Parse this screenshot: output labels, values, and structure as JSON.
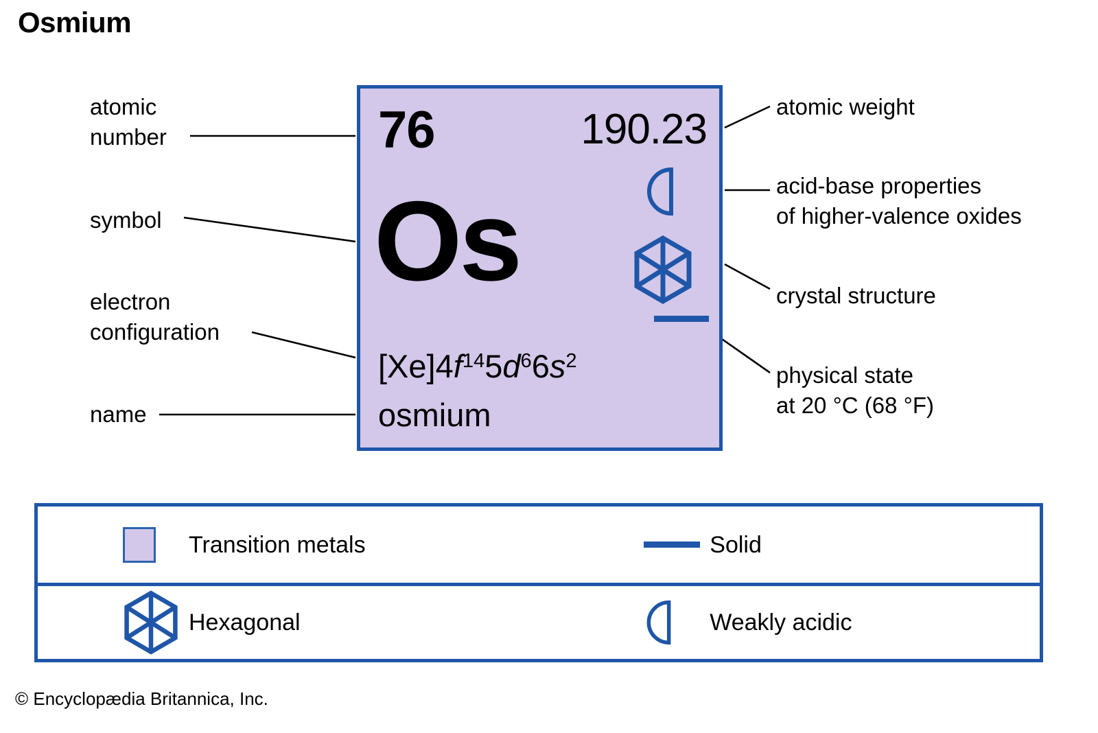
{
  "title": "Osmium",
  "element": {
    "atomic_number": "76",
    "atomic_weight": "190.23",
    "symbol": "Os",
    "name": "osmium",
    "electron_configuration": {
      "full_text": "[Xe]4f145d66s2",
      "core": "[Xe]",
      "shells": [
        {
          "n": "4",
          "orbital": "f",
          "electrons": "14"
        },
        {
          "n": "5",
          "orbital": "d",
          "electrons": "6"
        },
        {
          "n": "6",
          "orbital": "s",
          "electrons": "2"
        }
      ]
    },
    "category": "Transition metals",
    "crystal_structure": "Hexagonal",
    "physical_state": "Solid",
    "acid_base": "Weakly acidic",
    "colors": {
      "fill": "#d3c8e9",
      "border": "#1f56a8",
      "icon": "#1f56a8"
    },
    "icons": {
      "acid_base": "half-disc-icon",
      "crystal": "hexagon-icon",
      "state": "solid-dash-icon"
    }
  },
  "callouts": {
    "left": [
      {
        "id": "atomic-number",
        "label": "atomic\nnumber"
      },
      {
        "id": "symbol",
        "label": "symbol"
      },
      {
        "id": "electron-config",
        "label": "electron\nconfiguration"
      },
      {
        "id": "name",
        "label": "name"
      }
    ],
    "right": [
      {
        "id": "atomic-weight",
        "label": "atomic weight"
      },
      {
        "id": "acid-base",
        "label": "acid-base properties\nof higher-valence oxides"
      },
      {
        "id": "crystal-structure",
        "label": "crystal structure"
      },
      {
        "id": "physical-state",
        "label": "physical state\nat 20 °C (68 °F)"
      }
    ]
  },
  "legend": {
    "rows": [
      {
        "left": {
          "icon": "color-swatch-icon",
          "label": "Transition metals"
        },
        "right": {
          "icon": "solid-dash-icon",
          "label": "Solid"
        }
      },
      {
        "left": {
          "icon": "hexagon-icon",
          "label": "Hexagonal"
        },
        "right": {
          "icon": "half-disc-icon",
          "label": "Weakly acidic"
        }
      }
    ]
  },
  "credit": "© Encyclopædia Britannica, Inc."
}
